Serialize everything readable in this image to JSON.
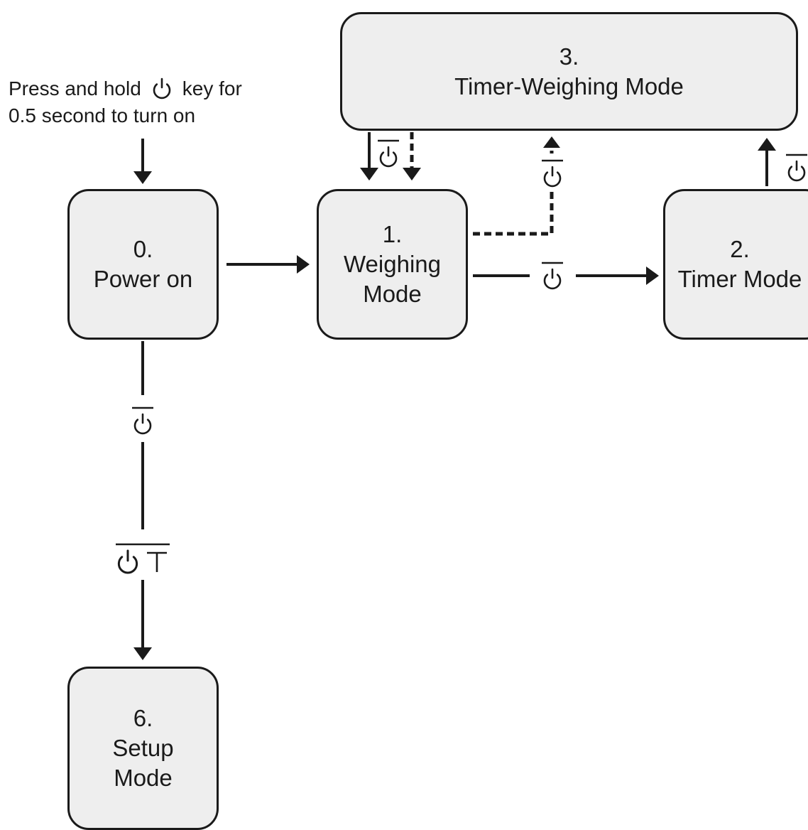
{
  "instruction": {
    "line1_before": "Press and hold",
    "line1_after": "key for",
    "line2": "0.5 second to turn on"
  },
  "boxes": {
    "power_on": {
      "number": "0.",
      "label": "Power on"
    },
    "weighing": {
      "number": "1.",
      "label_line1": "Weighing",
      "label_line2": "Mode"
    },
    "timer": {
      "number": "2.",
      "label": "Timer Mode"
    },
    "timer_weighing": {
      "number": "3.",
      "label": "Timer-Weighing Mode"
    },
    "setup": {
      "number": "6.",
      "label_line1": "Setup",
      "label_line2": "Mode"
    }
  },
  "icons": {
    "power_short": "power-icon",
    "power_long": "power-long-press-icon",
    "tare_long": "tare-long-press-icon"
  },
  "colors": {
    "box_fill": "#eeeeee",
    "stroke": "#1a1a1a",
    "background": "#ffffff"
  }
}
